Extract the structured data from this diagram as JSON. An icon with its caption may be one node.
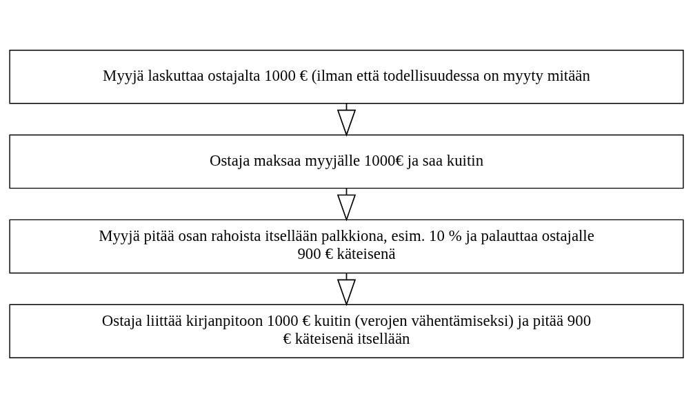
{
  "diagram": {
    "nodes": [
      {
        "text": [
          "Myyjä laskuttaa ostajalta 1000 € (ilman että todellisuudessa on myyty mitään"
        ]
      },
      {
        "text": [
          "Ostaja maksaa myyjälle 1000€ ja saa kuitin"
        ]
      },
      {
        "text": [
          "Myyjä pitää osan rahoista itsellään palkkiona, esim. 10 % ja palauttaa ostajalle 900 € käteisenä"
        ]
      },
      {
        "text": [
          "Ostaja liittää kirjanpitoon 1000 € kuitin (verojen vähentämiseksi) ja pitää 900 € käteisenä itsellään"
        ]
      }
    ],
    "edges": [
      {
        "from": 0,
        "to": 1,
        "arrow": "to"
      },
      {
        "from": 1,
        "to": 2,
        "arrow": "to"
      },
      {
        "from": 2,
        "to": 3,
        "arrow": "to"
      }
    ]
  }
}
